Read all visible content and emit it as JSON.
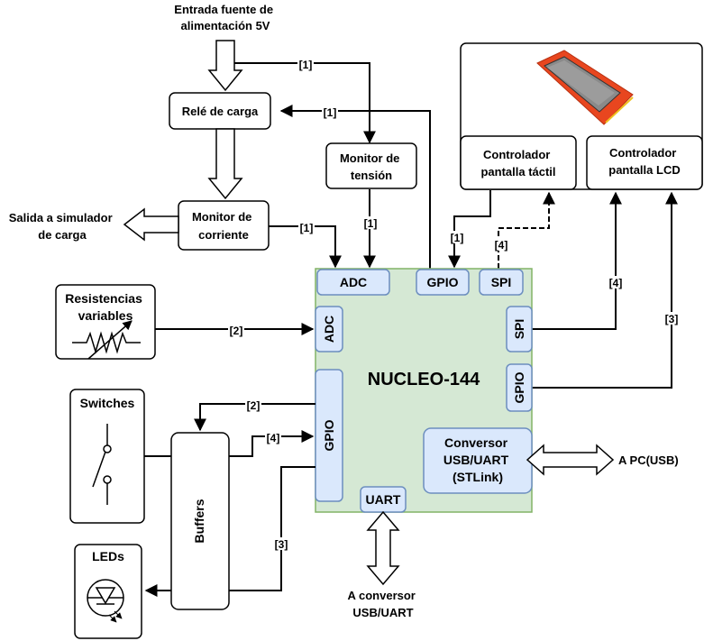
{
  "title_input": [
    "Entrada fuente de",
    "alimentación 5V"
  ],
  "rele": "Relé de carga",
  "monitor_tension": [
    "Monitor de",
    "tensión"
  ],
  "monitor_corriente": [
    "Monitor de",
    "corriente"
  ],
  "salida": [
    "Salida a simulador",
    "de carga"
  ],
  "resistencias": [
    "Resistencias",
    "variables"
  ],
  "switches": "Switches",
  "leds": "LEDs",
  "buffers": "Buffers",
  "board": "NUCLEO-144",
  "ports": {
    "adc_top": "ADC",
    "gpio_top": "GPIO",
    "spi_top": "SPI",
    "adc_left": "ADC",
    "gpio_left": "GPIO",
    "spi_right": "SPI",
    "gpio_right": "GPIO",
    "uart": "UART"
  },
  "conversor": [
    "Conversor",
    "USB/UART",
    "(STLink)"
  ],
  "pc": "A PC(USB)",
  "uart_out": [
    "A conversor",
    "USB/UART"
  ],
  "ctrl_tactil": [
    "Controlador",
    "pantalla táctil"
  ],
  "ctrl_lcd": [
    "Controlador",
    "pantalla LCD"
  ],
  "links": {
    "l1a": "[1]",
    "l1b": "[1]",
    "l1c": "[1]",
    "l1d": "[1]",
    "l1e": "[1]",
    "l2a": "[2]",
    "l2b": "[2]",
    "l3a": "[3]",
    "l3b": "[3]",
    "l4a": "[4]",
    "l4b": "[4]",
    "l4c": "[4]"
  },
  "colors": {
    "board_fill": "#d5e8d4",
    "board_stroke": "#82b366",
    "port_fill": "#dae8fc",
    "port_stroke": "#6c8ebf",
    "lcd_red": "#e8461f",
    "lcd_screen": "#8a8a8a"
  }
}
